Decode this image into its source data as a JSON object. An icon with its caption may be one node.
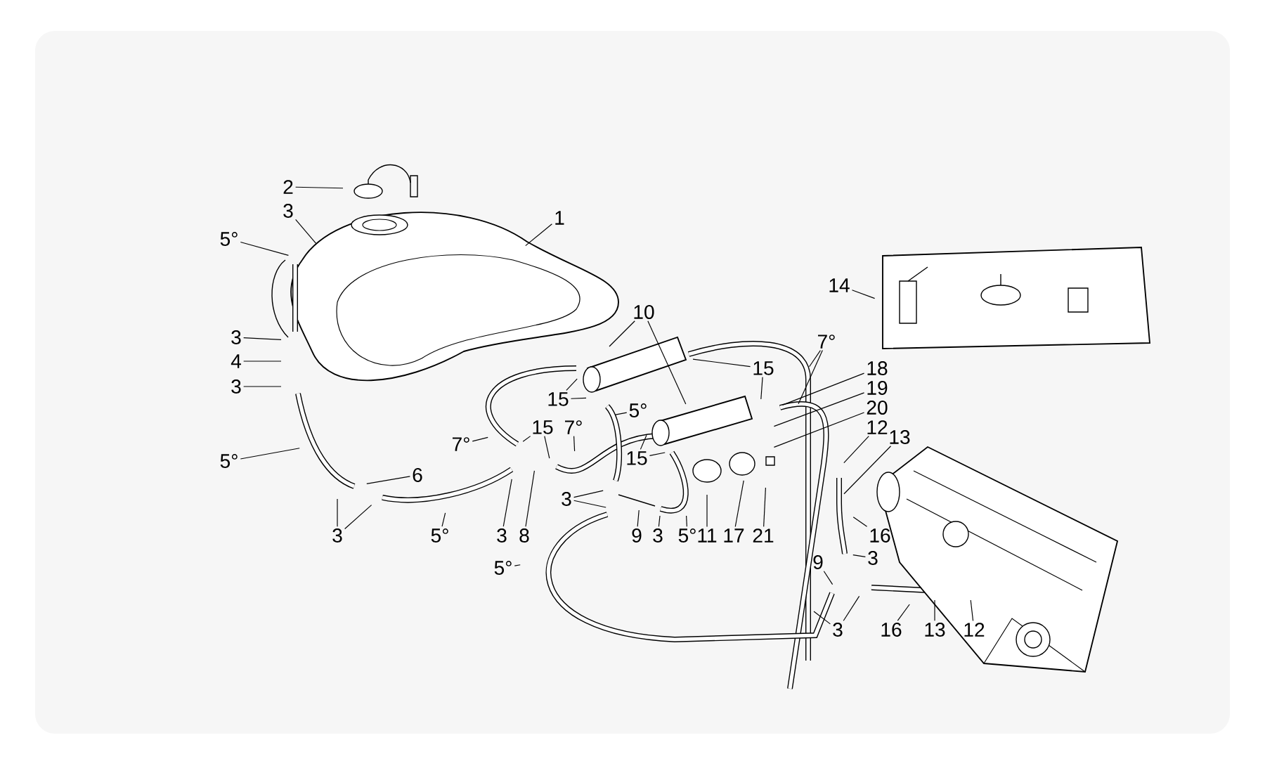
{
  "diagram": {
    "nodes": [
      {
        "text": [
          "1"
        ]
      },
      {
        "text": [
          "2"
        ]
      },
      {
        "text": [
          "3"
        ]
      },
      {
        "text": [
          "5°"
        ]
      },
      {
        "text": [
          "3"
        ]
      },
      {
        "text": [
          "4"
        ]
      },
      {
        "text": [
          "3"
        ]
      },
      {
        "text": [
          "5°"
        ]
      },
      {
        "text": [
          "6"
        ]
      },
      {
        "text": [
          "3"
        ]
      },
      {
        "text": [
          "5°"
        ]
      },
      {
        "text": [
          "3"
        ]
      },
      {
        "text": [
          "8"
        ]
      },
      {
        "text": [
          "10"
        ]
      },
      {
        "text": [
          "15"
        ]
      },
      {
        "text": [
          "5°"
        ]
      },
      {
        "text": [
          "7°"
        ]
      },
      {
        "text": [
          "15"
        ]
      },
      {
        "text": [
          "7°"
        ]
      },
      {
        "text": [
          "15"
        ]
      },
      {
        "text": [
          "15"
        ]
      },
      {
        "text": [
          "3"
        ]
      },
      {
        "text": [
          "9"
        ]
      },
      {
        "text": [
          "3"
        ]
      },
      {
        "text": [
          "5°"
        ]
      },
      {
        "text": [
          "11"
        ]
      },
      {
        "text": [
          "17"
        ]
      },
      {
        "text": [
          "21"
        ]
      },
      {
        "text": [
          "5°"
        ]
      },
      {
        "text": [
          "7°"
        ]
      },
      {
        "text": [
          "18"
        ]
      },
      {
        "text": [
          "19"
        ]
      },
      {
        "text": [
          "20"
        ]
      },
      {
        "text": [
          "12"
        ]
      },
      {
        "text": [
          "13"
        ]
      },
      {
        "text": [
          "16"
        ]
      },
      {
        "text": [
          "9"
        ]
      },
      {
        "text": [
          "3"
        ]
      },
      {
        "text": [
          "3"
        ]
      },
      {
        "text": [
          "16"
        ]
      },
      {
        "text": [
          "13"
        ]
      },
      {
        "text": [
          "12"
        ]
      },
      {
        "text": [
          "14"
        ]
      }
    ],
    "edges": [
      {
        "from": 0,
        "to": null,
        "arrow": "none"
      },
      {
        "from": 1,
        "to": null,
        "arrow": "none"
      },
      {
        "from": 2,
        "to": null,
        "arrow": "none"
      },
      {
        "from": 3,
        "to": null,
        "arrow": "none"
      },
      {
        "from": 4,
        "to": null,
        "arrow": "none"
      },
      {
        "from": 5,
        "to": null,
        "arrow": "none"
      },
      {
        "from": 6,
        "to": null,
        "arrow": "none"
      },
      {
        "from": 7,
        "to": null,
        "arrow": "none"
      },
      {
        "from": 8,
        "to": null,
        "arrow": "none"
      },
      {
        "from": 9,
        "to": null,
        "arrow": "none"
      },
      {
        "from": 9,
        "to": null,
        "arrow": "none"
      },
      {
        "from": 10,
        "to": null,
        "arrow": "none"
      },
      {
        "from": 11,
        "to": null,
        "arrow": "none"
      },
      {
        "from": 12,
        "to": null,
        "arrow": "none"
      },
      {
        "from": 13,
        "to": null,
        "arrow": "none"
      },
      {
        "from": 13,
        "to": null,
        "arrow": "none"
      },
      {
        "from": 14,
        "to": null,
        "arrow": "none"
      },
      {
        "from": 14,
        "to": null,
        "arrow": "none"
      },
      {
        "from": 15,
        "to": null,
        "arrow": "none"
      },
      {
        "from": 16,
        "to": null,
        "arrow": "none"
      },
      {
        "from": 17,
        "to": null,
        "arrow": "none"
      },
      {
        "from": 17,
        "to": null,
        "arrow": "none"
      },
      {
        "from": 18,
        "to": null,
        "arrow": "none"
      },
      {
        "from": 19,
        "to": null,
        "arrow": "none"
      },
      {
        "from": 19,
        "to": null,
        "arrow": "none"
      },
      {
        "from": 20,
        "to": null,
        "arrow": "none"
      },
      {
        "from": 20,
        "to": null,
        "arrow": "none"
      },
      {
        "from": 21,
        "to": null,
        "arrow": "none"
      },
      {
        "from": 21,
        "to": null,
        "arrow": "none"
      },
      {
        "from": 22,
        "to": null,
        "arrow": "none"
      },
      {
        "from": 23,
        "to": null,
        "arrow": "none"
      },
      {
        "from": 24,
        "to": null,
        "arrow": "none"
      },
      {
        "from": 25,
        "to": null,
        "arrow": "none"
      },
      {
        "from": 26,
        "to": null,
        "arrow": "none"
      },
      {
        "from": 27,
        "to": null,
        "arrow": "none"
      },
      {
        "from": 28,
        "to": null,
        "arrow": "none"
      },
      {
        "from": 29,
        "to": null,
        "arrow": "none"
      },
      {
        "from": 29,
        "to": null,
        "arrow": "none"
      },
      {
        "from": 30,
        "to": null,
        "arrow": "none"
      },
      {
        "from": 31,
        "to": null,
        "arrow": "none"
      },
      {
        "from": 32,
        "to": null,
        "arrow": "none"
      },
      {
        "from": 33,
        "to": null,
        "arrow": "none"
      },
      {
        "from": 34,
        "to": null,
        "arrow": "none"
      },
      {
        "from": 35,
        "to": null,
        "arrow": "none"
      },
      {
        "from": 36,
        "to": null,
        "arrow": "none"
      },
      {
        "from": 37,
        "to": null,
        "arrow": "none"
      },
      {
        "from": 38,
        "to": null,
        "arrow": "none"
      },
      {
        "from": 38,
        "to": null,
        "arrow": "none"
      },
      {
        "from": 39,
        "to": null,
        "arrow": "none"
      },
      {
        "from": 40,
        "to": null,
        "arrow": "none"
      },
      {
        "from": 41,
        "to": null,
        "arrow": "none"
      },
      {
        "from": 42,
        "to": null,
        "arrow": "none"
      }
    ]
  }
}
